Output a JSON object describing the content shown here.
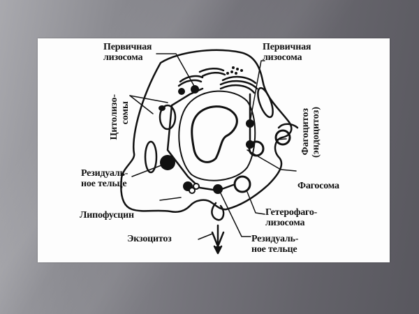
{
  "slide": {
    "background_colors": [
      "#a9a9ae",
      "#58575e"
    ],
    "card_color": "#fdfdfd"
  },
  "diagram": {
    "labels": {
      "primary_lysosome_left": [
        "Первичная",
        "лизосома"
      ],
      "primary_lysosome_right": [
        "Первичная",
        "лизосома"
      ],
      "cytolysosomes": [
        "Цитолизо-",
        "сомы"
      ],
      "phagocytosis": [
        "Фагоцитоз",
        "(эндоцитоз)"
      ],
      "residual_body_left": [
        "Резидуаль-",
        "ное тельце"
      ],
      "phagosome": "Фагосома",
      "lipofuscin": "Липофусцин",
      "heterophagolysosome": [
        "Гетерофаго-",
        "лизосома"
      ],
      "exocytosis": "Экзоцитоз",
      "residual_body_bottom": [
        "Резидуаль-",
        "ное тельце"
      ]
    }
  }
}
